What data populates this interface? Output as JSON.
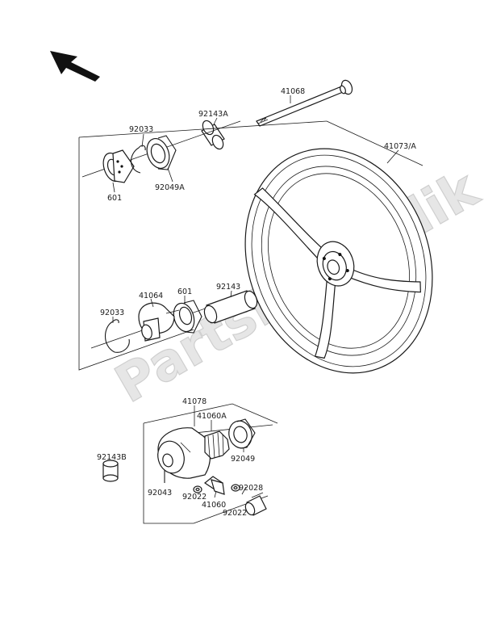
{
  "watermark": "PartsRepublik",
  "callouts": [
    {
      "id": "41068",
      "text": "41068"
    },
    {
      "id": "92143A",
      "text": "92143A"
    },
    {
      "id": "92033_top",
      "text": "92033"
    },
    {
      "id": "41073A",
      "text": "41073/A"
    },
    {
      "id": "601_top",
      "text": "601"
    },
    {
      "id": "92049A",
      "text": "92049A"
    },
    {
      "id": "41064",
      "text": "41064"
    },
    {
      "id": "601_mid",
      "text": "601"
    },
    {
      "id": "92143",
      "text": "92143"
    },
    {
      "id": "92033_mid",
      "text": "92033"
    },
    {
      "id": "41078",
      "text": "41078"
    },
    {
      "id": "41060A",
      "text": "41060A"
    },
    {
      "id": "92143B",
      "text": "92143B"
    },
    {
      "id": "92049",
      "text": "92049"
    },
    {
      "id": "92043",
      "text": "92043"
    },
    {
      "id": "92022_a",
      "text": "92022"
    },
    {
      "id": "92028",
      "text": "92028"
    },
    {
      "id": "41060",
      "text": "41060"
    },
    {
      "id": "92022_b",
      "text": "92022"
    }
  ],
  "icons": {
    "direction_arrow": "front-direction-arrow-icon"
  }
}
